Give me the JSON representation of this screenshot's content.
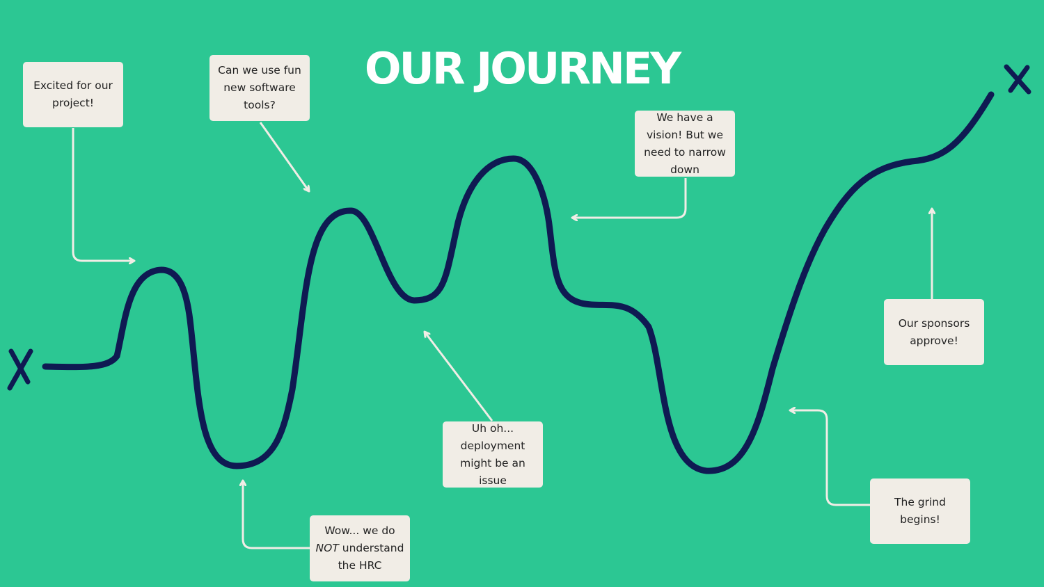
{
  "title": "OUR JOURNEY",
  "colors": {
    "background": "#2cc793",
    "curve": "#0f1a52",
    "arrows": "#f1ede6",
    "notes": "#f1ede6",
    "title": "#ffffff"
  },
  "markers": {
    "start": "X",
    "end": "X"
  },
  "notes": {
    "excited": "Excited for our project!",
    "software": "Can we use fun new software tools?",
    "hrc_before": "Wow... we do ",
    "hrc_emphasis": "NOT",
    "hrc_after": " understand the HRC",
    "deployment": "Uh oh... deployment might be an issue",
    "vision": "We have a vision! But we need to narrow down",
    "grind": "The grind begins!",
    "sponsors": "Our sponsors approve!"
  }
}
